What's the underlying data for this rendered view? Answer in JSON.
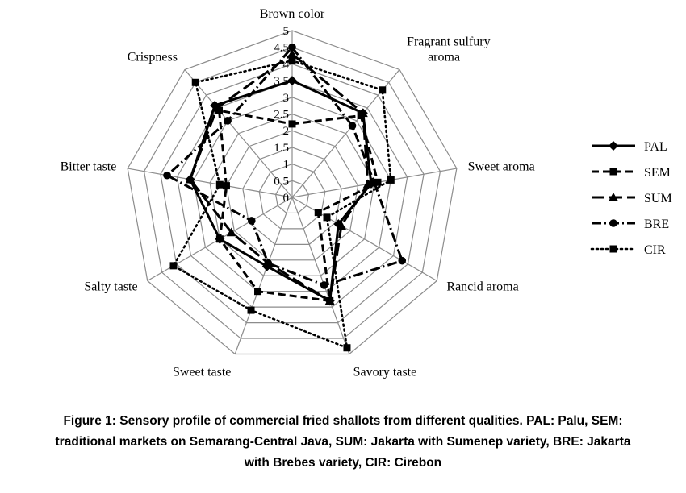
{
  "chart_data": {
    "type": "radar",
    "axes": [
      "Brown color",
      "Fragrant sulfury aroma",
      "Sweet aroma",
      "Rancid aroma",
      "Savory taste",
      "Sweet taste",
      "Salty taste",
      "Bitter taste",
      "Crispness"
    ],
    "axis_label_lines": [
      [
        "Brown color"
      ],
      [
        "Fragrant sulfury",
        "aroma"
      ],
      [
        "Sweet aroma"
      ],
      [
        "Rancid aroma"
      ],
      [
        "Savory taste"
      ],
      [
        "Sweet taste"
      ],
      [
        "Salty taste"
      ],
      [
        "Bitter taste"
      ],
      [
        "Crispness"
      ]
    ],
    "ticks": [
      "0",
      "0.5",
      "1",
      "1.5",
      "2",
      "2.5",
      "3",
      "3.5",
      "4",
      "4.5",
      "5"
    ],
    "rmax": 5,
    "series": [
      {
        "name": "PAL",
        "dash": "solid",
        "marker": "diamond",
        "values": [
          3.5,
          3.3,
          2.4,
          1.6,
          3.3,
          2.2,
          2.5,
          3.1,
          3.6
        ]
      },
      {
        "name": "SEM",
        "dash": "dash",
        "marker": "square",
        "values": [
          2.2,
          3.2,
          2.6,
          0.9,
          3.3,
          3.0,
          2.5,
          2.0,
          3.4
        ]
      },
      {
        "name": "SUM",
        "dash": "longdash",
        "marker": "triangle",
        "values": [
          4.3,
          3.3,
          2.3,
          1.7,
          3.3,
          2.1,
          2.1,
          3.1,
          3.5
        ]
      },
      {
        "name": "BRE",
        "dash": "dashdot",
        "marker": "circle",
        "values": [
          4.5,
          2.8,
          2.5,
          3.8,
          2.8,
          2.1,
          1.4,
          3.8,
          3.0
        ]
      },
      {
        "name": "CIR",
        "dash": "dot",
        "marker": "square",
        "values": [
          4.1,
          4.2,
          3.0,
          1.2,
          4.8,
          3.6,
          4.1,
          2.2,
          4.5
        ]
      }
    ]
  },
  "caption": {
    "lines": [
      "Figure 1: Sensory profile of commercial fried shallots from different qualities. PAL: Palu, SEM:",
      "traditional markets on Semarang-Central Java, SUM: Jakarta with Sumenep variety, BRE: Jakarta",
      "with Brebes variety, CIR: Cirebon"
    ]
  }
}
